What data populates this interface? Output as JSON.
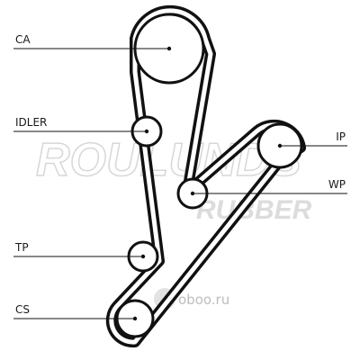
{
  "watermark": {
    "brand": "ROULUNDS",
    "sub": "RUBBER",
    "site": "oboo.ru"
  },
  "labels": {
    "ca": "CA",
    "idler": "IDLER",
    "tp": "TP",
    "cs": "CS",
    "ip": "IP",
    "wp": "WP"
  },
  "colors": {
    "belt": "#111111",
    "watermark": "#d7d7d7"
  }
}
